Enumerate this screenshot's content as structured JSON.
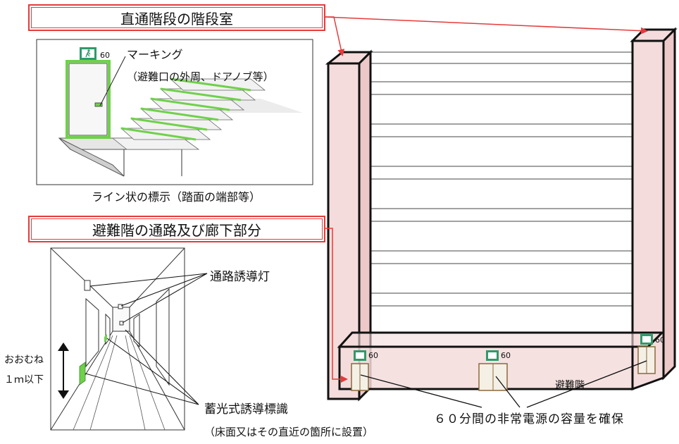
{
  "titles": {
    "stairwell": "直通階段の階段室",
    "corridor": "避難階の通路及び廊下部分"
  },
  "stair_panel": {
    "marking_label": "マーキング",
    "marking_note": "（避難口の外周、ドアノブ等）",
    "line_label": "ライン状の標示（踏面の端部等）",
    "sign_number": "60"
  },
  "corridor_panel": {
    "guide_light_label": "通路誘導灯",
    "height_label_line1": "おおむね",
    "height_label_line2": "１ｍ以下",
    "luminous_sign_label": "蓄光式誘導標識",
    "luminous_sign_note": "（床面又はその直近の箇所に設置）"
  },
  "building": {
    "sign_numbers": [
      "60",
      "60",
      "60"
    ],
    "evacuation_floor_label": "避難階",
    "power_note": "６０分間の非常電源の容量を確保"
  },
  "colors": {
    "accent_red": "#e53b3b",
    "stair_pink": "#f4dcdc",
    "marking_green": "#6fd14a",
    "exit_sign_green": "#2f9a6a"
  }
}
